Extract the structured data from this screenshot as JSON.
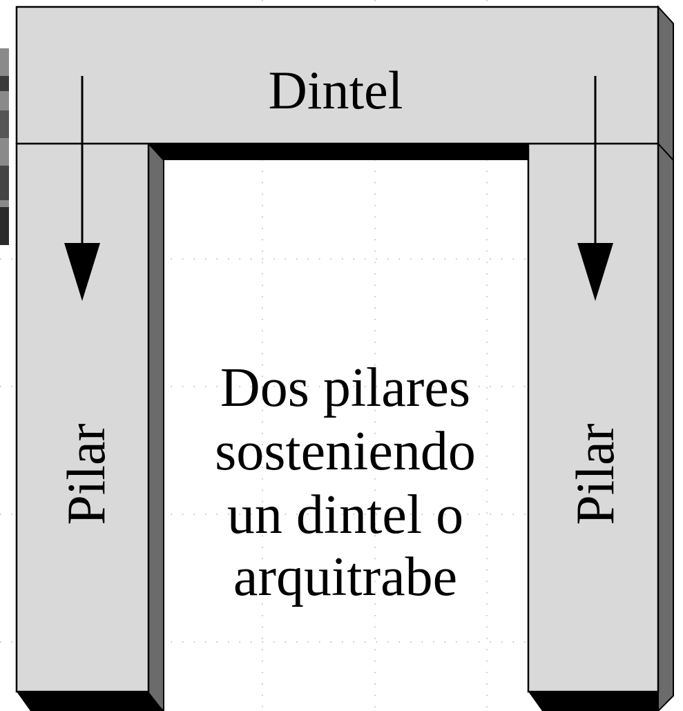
{
  "diagram": {
    "lintel_label": "Dintel",
    "left_pillar_label": "Pilar",
    "right_pillar_label": "Pilar",
    "caption_lines": [
      "Dos pilares",
      "sosteniendo",
      "un dintel o",
      "arquitrabe"
    ]
  },
  "colors": {
    "fill": "#d9d9d9",
    "side_shade": "#6b6b6b",
    "outline": "#000000",
    "grid_dots": "#b0b0b0",
    "background": "#ffffff"
  }
}
